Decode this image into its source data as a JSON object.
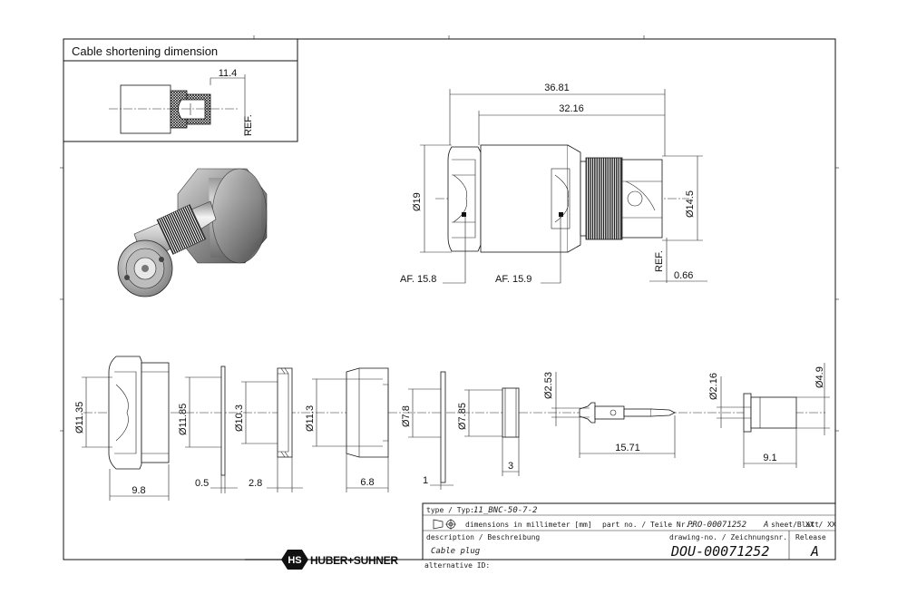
{
  "inset": {
    "title": "Cable shortening dimension",
    "dim_length": "11.4",
    "ref_label": "REF."
  },
  "main_view": {
    "dim_overall": "36.81",
    "dim_body": "32.16",
    "dim_dia_body": "Ø19",
    "dim_dia_nut": "Ø14.5",
    "dim_ref_offset": "0.66",
    "ref_label": "REF.",
    "af_1": "AF. 15.8",
    "af_2": "AF. 15.9"
  },
  "parts": {
    "p1": {
      "dia": "Ø11.35",
      "len": "9.8"
    },
    "p2": {
      "dia": "Ø11.85",
      "len": "0.5"
    },
    "p3": {
      "dia": "Ø10.3",
      "len": "2.8"
    },
    "p4": {
      "dia": "Ø11.3",
      "len": "6.8"
    },
    "p5": {
      "dia": "Ø7.8",
      "len": "1"
    },
    "p6": {
      "dia": "Ø7.85",
      "len": "3"
    },
    "p7": {
      "dia": "Ø2.53",
      "len": "15.71"
    },
    "p8": {
      "dia_in": "Ø2.16",
      "dia_out": "Ø4.9",
      "len": "9.1"
    }
  },
  "title_block": {
    "type_label": "type / Typ:",
    "type_value": "11_BNC-50-7-2",
    "units_text": "dimensions in millimeter [mm]",
    "part_label": "part no. / Teile Nr.:",
    "part_value": "PRO-00071252",
    "sheet_letter": "A",
    "sheet_label": "sheet/Blatt",
    "sheet_value": "XX / XX",
    "desc_label": "description / Beschreibung",
    "desc_value": "Cable plug",
    "drawing_label": "drawing-no. / Zeichnungsnr.",
    "drawing_value": "DOU-00071252",
    "release_label": "Release",
    "release_value": "A",
    "alt_label": "alternative ID:",
    "logo_text": "HUBER+SUHNER",
    "logo_mark": "HS"
  }
}
